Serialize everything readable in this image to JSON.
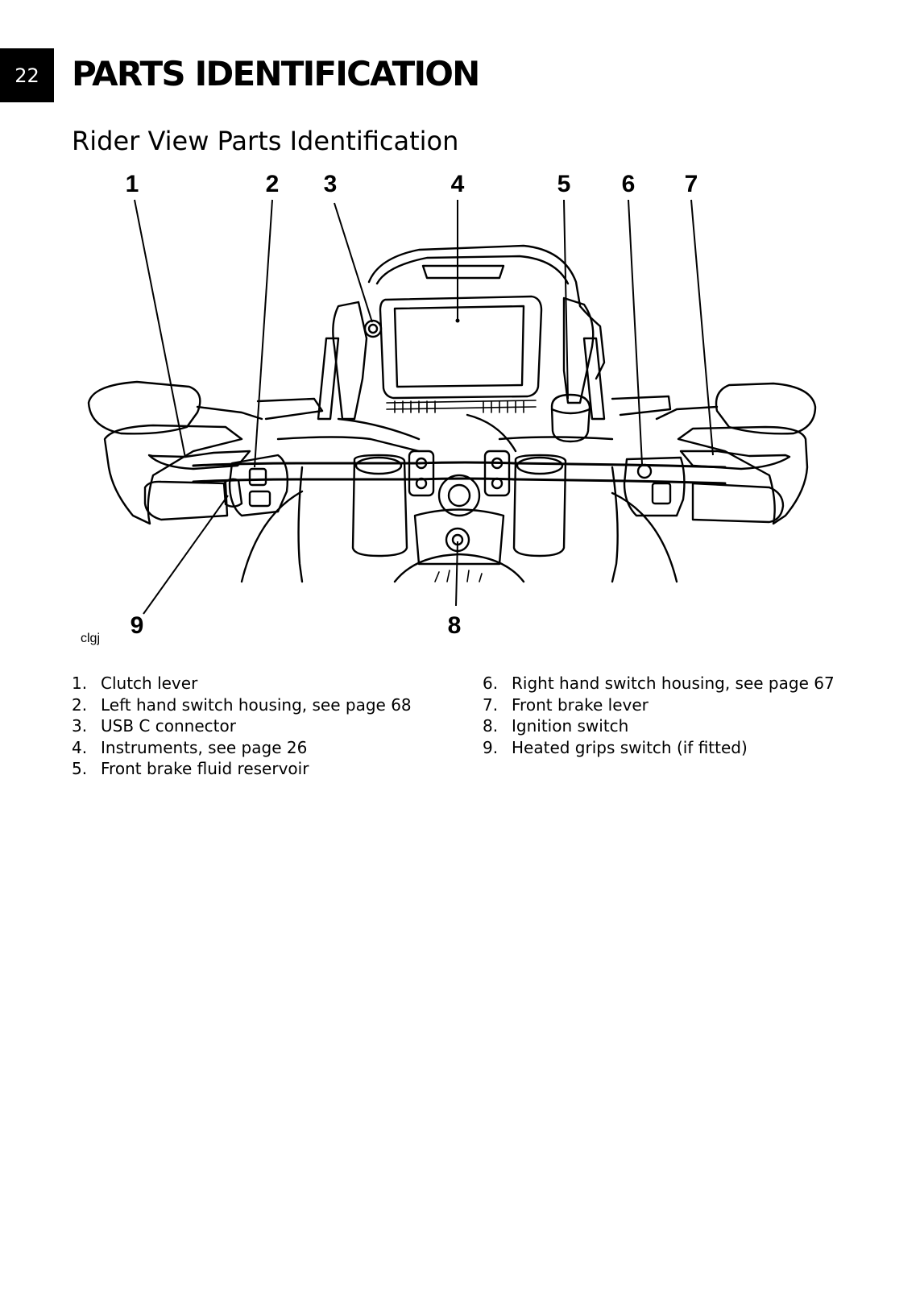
{
  "page": {
    "number": "22",
    "title": "PARTS IDENTIFICATION",
    "section_title": "Rider View Parts Identification"
  },
  "figure": {
    "code": "clgj",
    "callouts": [
      "1",
      "2",
      "3",
      "4",
      "5",
      "6",
      "7",
      "8",
      "9"
    ]
  },
  "legend": {
    "left": [
      {
        "num": "1.",
        "text": "Clutch lever"
      },
      {
        "num": "2.",
        "text": "Left hand switch housing, see page 68"
      },
      {
        "num": "3.",
        "text": "USB C connector"
      },
      {
        "num": "4.",
        "text": "Instruments, see page 26"
      },
      {
        "num": "5.",
        "text": "Front brake fluid reservoir"
      }
    ],
    "right": [
      {
        "num": "6.",
        "text": "Right hand switch housing, see page 67"
      },
      {
        "num": "7.",
        "text": "Front brake lever"
      },
      {
        "num": "8.",
        "text": "Ignition switch"
      },
      {
        "num": "9.",
        "text": "Heated grips switch (if fitted)"
      }
    ]
  }
}
